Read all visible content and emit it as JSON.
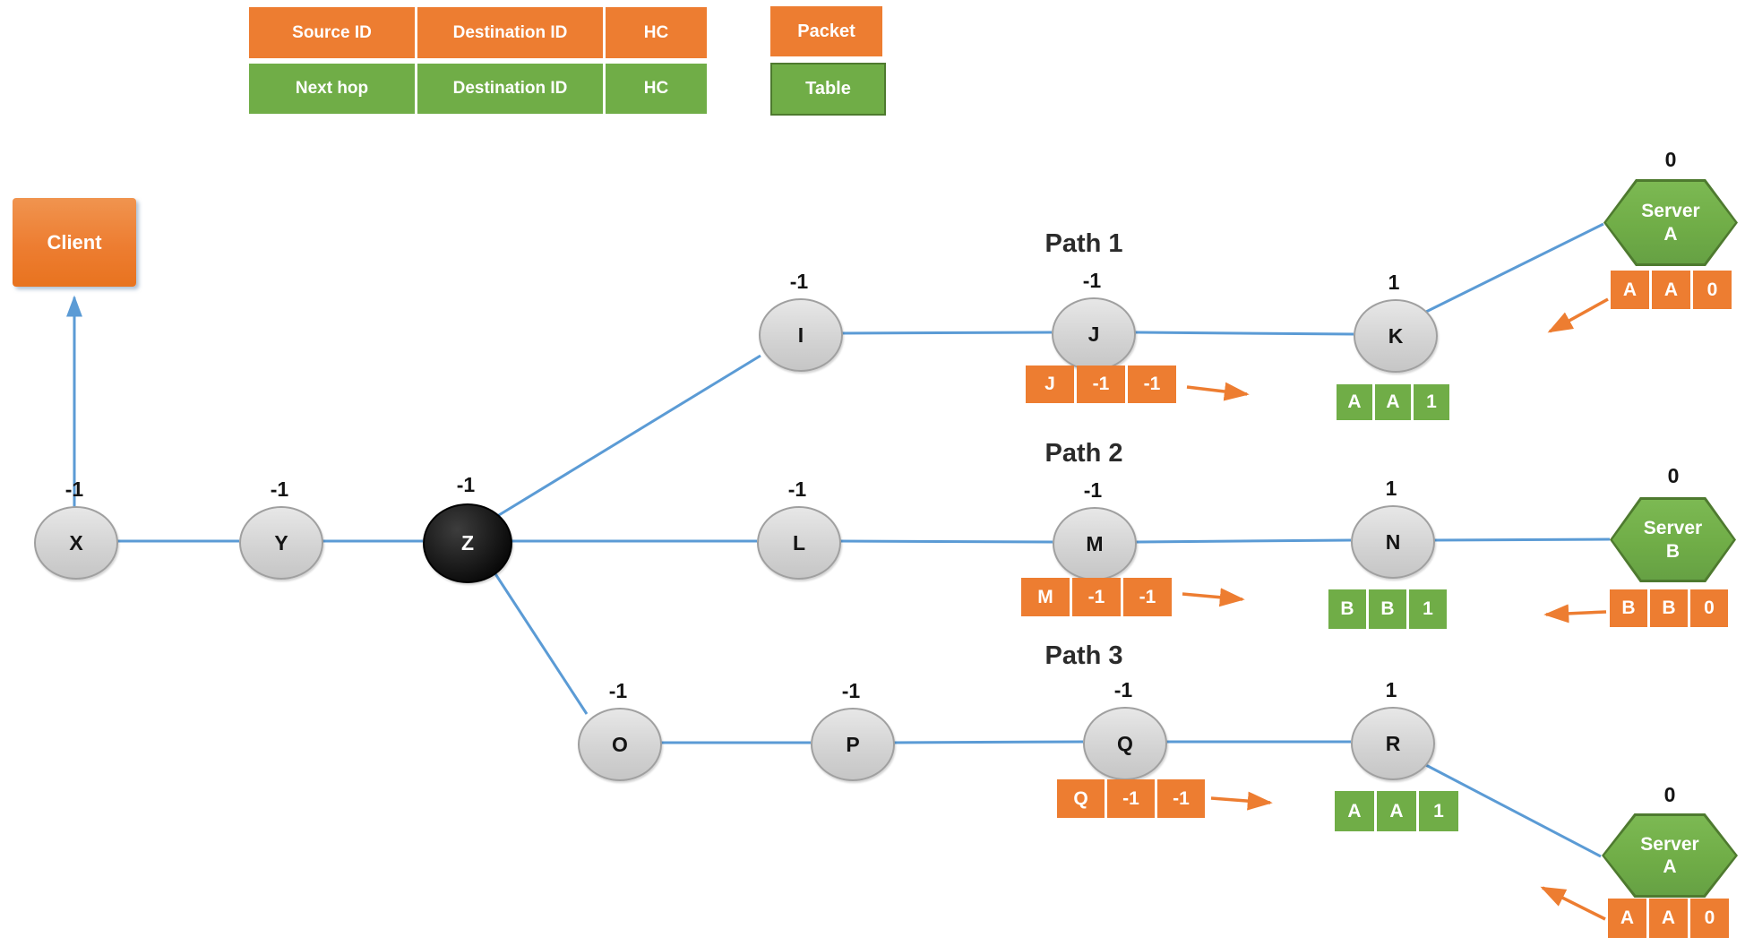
{
  "legend": {
    "packet_fields": [
      "Source ID",
      "Destination ID",
      "HC"
    ],
    "table_fields": [
      "Next hop",
      "Destination ID",
      "HC"
    ],
    "packet_label": "Packet",
    "table_label": "Table"
  },
  "client_label": "Client",
  "path_titles": {
    "path1": "Path 1",
    "path2": "Path 2",
    "path3": "Path 3"
  },
  "nodes": {
    "x": {
      "label": "X",
      "value": "-1"
    },
    "y": {
      "label": "Y",
      "value": "-1"
    },
    "z": {
      "label": "Z",
      "value": "-1"
    },
    "i": {
      "label": "I",
      "value": "-1"
    },
    "j": {
      "label": "J",
      "value": "-1"
    },
    "k": {
      "label": "K",
      "value": "1"
    },
    "l": {
      "label": "L",
      "value": "-1"
    },
    "m": {
      "label": "M",
      "value": "-1"
    },
    "n": {
      "label": "N",
      "value": "1"
    },
    "o": {
      "label": "O",
      "value": "-1"
    },
    "p": {
      "label": "P",
      "value": "-1"
    },
    "q": {
      "label": "Q",
      "value": "-1"
    },
    "r": {
      "label": "R",
      "value": "1"
    }
  },
  "servers": {
    "a_top": {
      "line1": "Server",
      "line2": "A",
      "value": "0"
    },
    "b": {
      "line1": "Server",
      "line2": "B",
      "value": "0"
    },
    "a_bottom": {
      "line1": "Server",
      "line2": "A",
      "value": "0"
    }
  },
  "packets": {
    "j": [
      "J",
      "-1",
      "-1"
    ],
    "m": [
      "M",
      "-1",
      "-1"
    ],
    "q": [
      "Q",
      "-1",
      "-1"
    ],
    "server_a_top": [
      "A",
      "A",
      "0"
    ],
    "server_b": [
      "B",
      "B",
      "0"
    ],
    "server_a_bottom": [
      "A",
      "A",
      "0"
    ]
  },
  "tables": {
    "k": [
      "A",
      "A",
      "1"
    ],
    "n": [
      "B",
      "B",
      "1"
    ],
    "r": [
      "A",
      "A",
      "1"
    ]
  },
  "colors": {
    "packet_orange": "#ED7D31",
    "table_green": "#70AD47",
    "edge_blue": "#5B9BD5",
    "node_gray": "#D2D2D2",
    "node_black": "#111111"
  }
}
